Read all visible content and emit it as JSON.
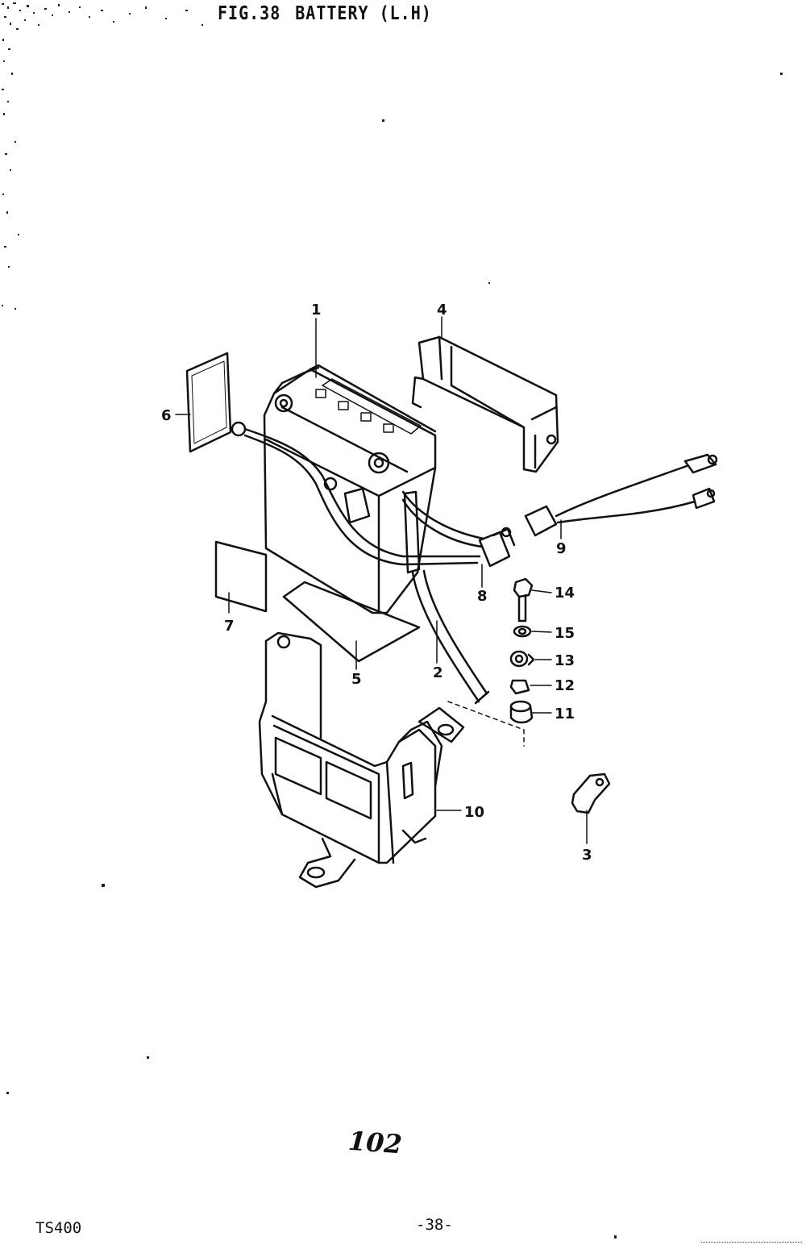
{
  "header": {
    "fig_label": "FIG.38",
    "fig_title": "BATTERY (L.H)"
  },
  "callouts": [
    {
      "id": "1",
      "text": "1"
    },
    {
      "id": "2",
      "text": "2"
    },
    {
      "id": "3",
      "text": "3"
    },
    {
      "id": "4",
      "text": "4"
    },
    {
      "id": "5",
      "text": "5"
    },
    {
      "id": "6",
      "text": "6"
    },
    {
      "id": "7",
      "text": "7"
    },
    {
      "id": "8",
      "text": "8"
    },
    {
      "id": "9",
      "text": "9"
    },
    {
      "id": "10",
      "text": "10"
    },
    {
      "id": "11",
      "text": "11"
    },
    {
      "id": "12",
      "text": "12"
    },
    {
      "id": "13",
      "text": "13"
    },
    {
      "id": "14",
      "text": "14"
    },
    {
      "id": "15",
      "text": "15"
    }
  ],
  "page_number": "102",
  "footer": {
    "model": "TS400",
    "page": "-38-"
  }
}
